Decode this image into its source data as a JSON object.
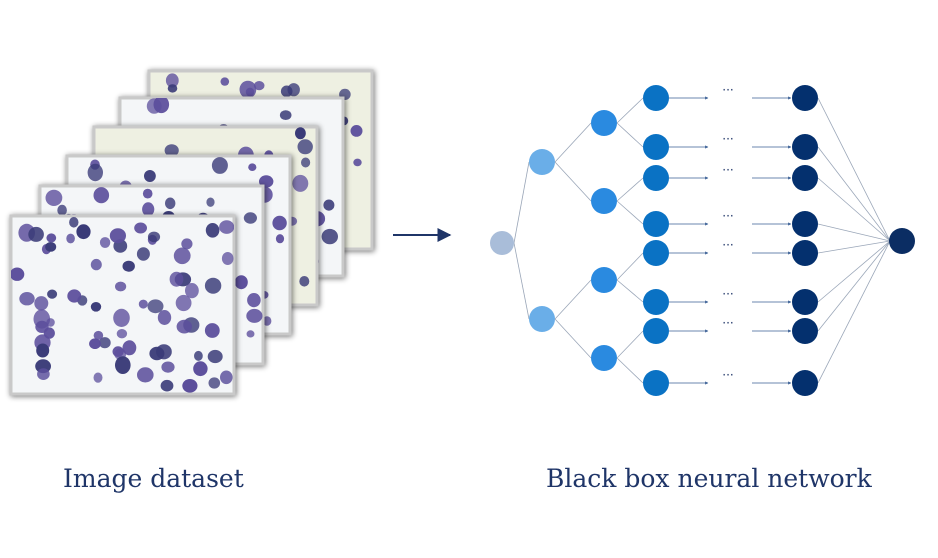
{
  "captions": {
    "dataset": "Image dataset",
    "network": "Black box neural network"
  },
  "ellipsis_text": "···",
  "colors": {
    "text": "#1f3568",
    "arrow": "#1f3568",
    "edge": "#9aa6b8",
    "input_node": "#a9bdd9",
    "layer1_node": "#6aaee8",
    "layer2_node": "#2a8ae0",
    "layer3_node": "#0a72c4",
    "layer4_node": "#04306e",
    "output_node": "#0b2d63",
    "slide_bg_plain": "#f4f6f8",
    "slide_bg_pale": "#eef0e2",
    "cell_purple": "#5c4f9c",
    "cell_dark": "#3a3b78"
  },
  "dataset": {
    "slide_count": 6,
    "slide_styles": [
      "pale",
      "plain",
      "pale",
      "plain",
      "plain",
      "plain"
    ]
  },
  "network": {
    "layer_sizes": [
      1,
      2,
      4,
      8,
      8,
      1
    ],
    "ellipsis_between_layers": true
  }
}
